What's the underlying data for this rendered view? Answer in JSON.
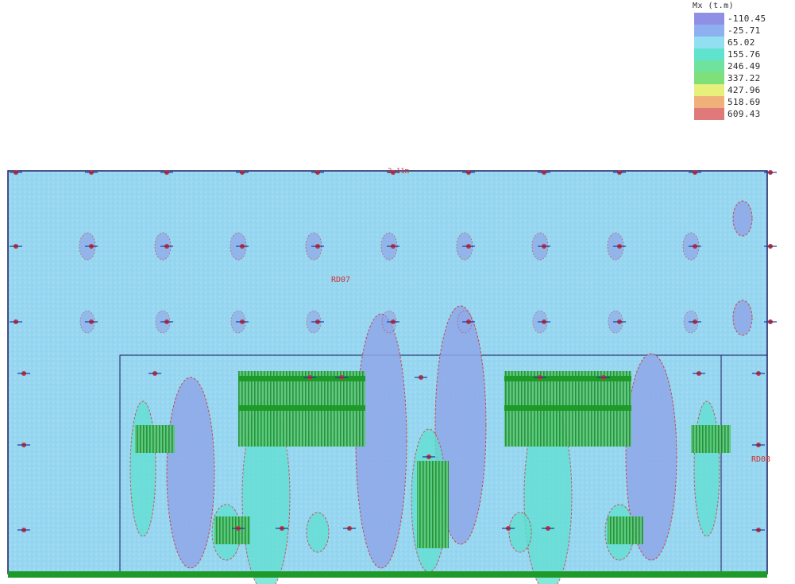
{
  "legend": {
    "title": "Mx (t.m)",
    "items": [
      {
        "value": "-110.45",
        "color": "#8f8fe6"
      },
      {
        "value": "-25.71",
        "color": "#8fb0f0"
      },
      {
        "value": "65.02",
        "color": "#93dff2"
      },
      {
        "value": "155.76",
        "color": "#5fe3cf"
      },
      {
        "value": "246.49",
        "color": "#6fe39e"
      },
      {
        "value": "337.22",
        "color": "#7fe07a"
      },
      {
        "value": "427.96",
        "color": "#e6f07a"
      },
      {
        "value": "518.69",
        "color": "#f0b07a"
      },
      {
        "value": "609.43",
        "color": "#e07a7a"
      }
    ]
  },
  "colors": {
    "field": "#96d6f0",
    "low": "#8fa8e8",
    "mid": "#5fe0d0",
    "rebar": "#1e9a28",
    "contour": "#d03030",
    "outline": "#1a1a60"
  },
  "plan": {
    "region_labels": [
      "RD07",
      "RD08"
    ],
    "top_value": "2.11m"
  }
}
